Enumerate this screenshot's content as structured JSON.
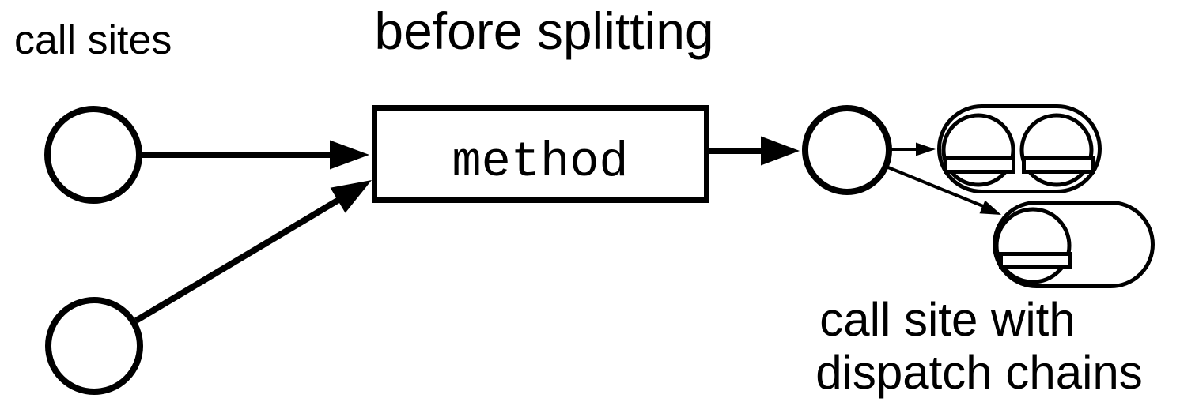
{
  "diagram": {
    "title": "before splitting",
    "call_sites_label": "call sites",
    "method_label": "method",
    "dispatch_caption_line1": "call site with",
    "dispatch_caption_line2": "dispatch chains",
    "colors": {
      "stroke": "#000000",
      "background": "#ffffff"
    }
  }
}
